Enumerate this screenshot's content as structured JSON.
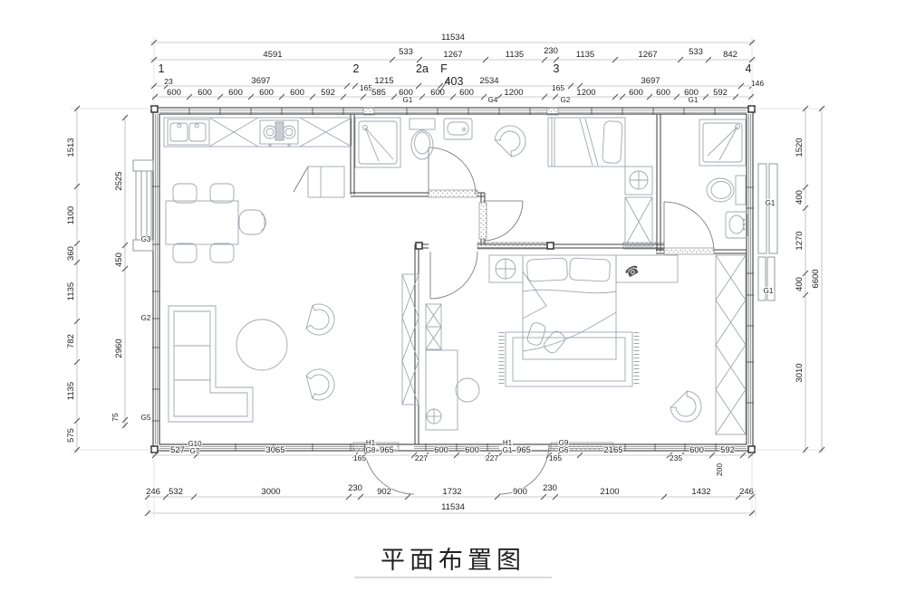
{
  "title": "平面布置图",
  "axis_labels": [
    "1",
    "2",
    "2a",
    "F",
    "3",
    "4"
  ],
  "room_number": "403",
  "dims": {
    "top_overall": [
      "11534"
    ],
    "top_row2": [
      "4591",
      "533",
      "1267",
      "1135",
      "230",
      "1135",
      "1267",
      "533",
      "842"
    ],
    "top_row3": [
      "23",
      "3697",
      "165",
      "1215",
      "2534",
      "165",
      "3697",
      "146"
    ],
    "top_row4": [
      "600",
      "600",
      "600",
      "600",
      "600",
      "592",
      "585",
      "600",
      "600",
      "600",
      "1200",
      "1200",
      "600",
      "600",
      "600",
      "592"
    ],
    "left_outer": [
      "1513",
      "1100",
      "360",
      "1135",
      "782",
      "1135",
      "575"
    ],
    "left_inner": [
      "2525",
      "450",
      "2960",
      "75"
    ],
    "right_inner": [
      "1520",
      "400",
      "1270",
      "400",
      "3010"
    ],
    "right_overall": [
      "6600"
    ],
    "bottom_row1": [
      "527",
      "3065",
      "165",
      "965",
      "227",
      "600",
      "600",
      "227",
      "965",
      "165",
      "2165",
      "235",
      "600",
      "592",
      "200"
    ],
    "bottom_row2": [
      "246",
      "532",
      "3000",
      "230",
      "902",
      "1732",
      "900",
      "230",
      "2100",
      "1432",
      "246"
    ],
    "bottom_overall": [
      "11534"
    ]
  },
  "tags": {
    "top": [
      "G1",
      "G4",
      "G2",
      "G1"
    ],
    "left": [
      "G3",
      "G2",
      "G5"
    ],
    "right": [
      "G1",
      "G1"
    ],
    "bottom": [
      "G10",
      "G7",
      "H1",
      "G8",
      "H1",
      "G1",
      "G9",
      "G6"
    ]
  },
  "icons": {
    "phone": "☎"
  }
}
